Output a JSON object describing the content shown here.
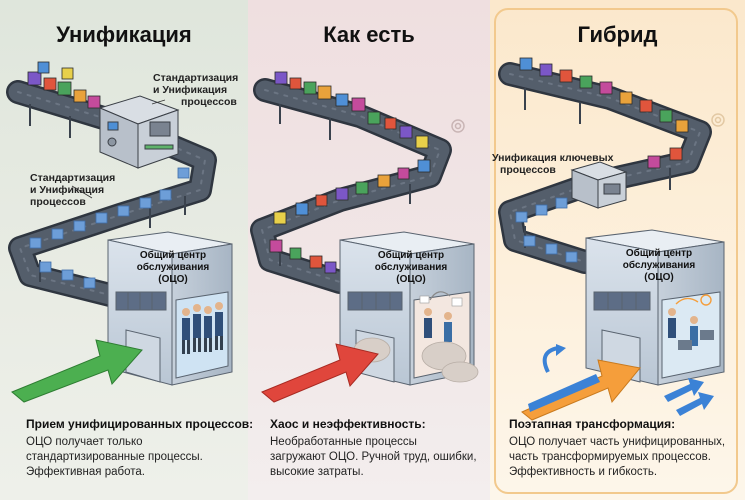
{
  "panels": [
    {
      "title": "Унификация",
      "top_label_l1": "Стандартизация",
      "top_label_l2": "и Унификация",
      "top_label_l3": "процессов",
      "mid_label_l1": "Стандартизация",
      "mid_label_l2": "и Унификация",
      "mid_label_l3": "процессов",
      "center_l1": "Общий центр",
      "center_l2": "обслуживания",
      "center_l3": "(ОЦО)",
      "caption_title": "Прием унифицированных процессов:",
      "caption_l1": "ОЦО получает только",
      "caption_l2": "стандартизированные процессы.",
      "caption_l3": "Эффективная работа."
    },
    {
      "title": "Как есть",
      "center_l1": "Общий центр",
      "center_l2": "обслуживания",
      "center_l3": "(ОЦО)",
      "caption_title": "Хаос и неэффективность:",
      "caption_l1": "Необработанные процессы",
      "caption_l2": "загружают ОЦО. Ручной труд, ошибки,",
      "caption_l3": "высокие затраты."
    },
    {
      "title": "Гибрид",
      "label_l1": "Унификация ключевых",
      "label_l2": "процессов",
      "center_l1": "Общий центр",
      "center_l2": "обслуживания",
      "center_l3": "(ОЦО)",
      "caption_title": "Поэтапная трансформация:",
      "caption_l1": "ОЦО получает часть унифицированных,",
      "caption_l2": "часть трансформируемых процессов.",
      "caption_l3": "Эффективность и гибкость."
    }
  ],
  "colors": {
    "belt": "#4b5563",
    "belt_edge": "#2f3640",
    "standard_box": "#6d9ed8",
    "green_arrow": "#4caf50",
    "red_arrow": "#e0463c",
    "blue_arrow": "#3b82d6",
    "orange_arrow": "#f59e3b"
  },
  "icons": [
    "gear-icon",
    "cube-icon",
    "arrow-icon",
    "people-icon",
    "worker-icon"
  ]
}
